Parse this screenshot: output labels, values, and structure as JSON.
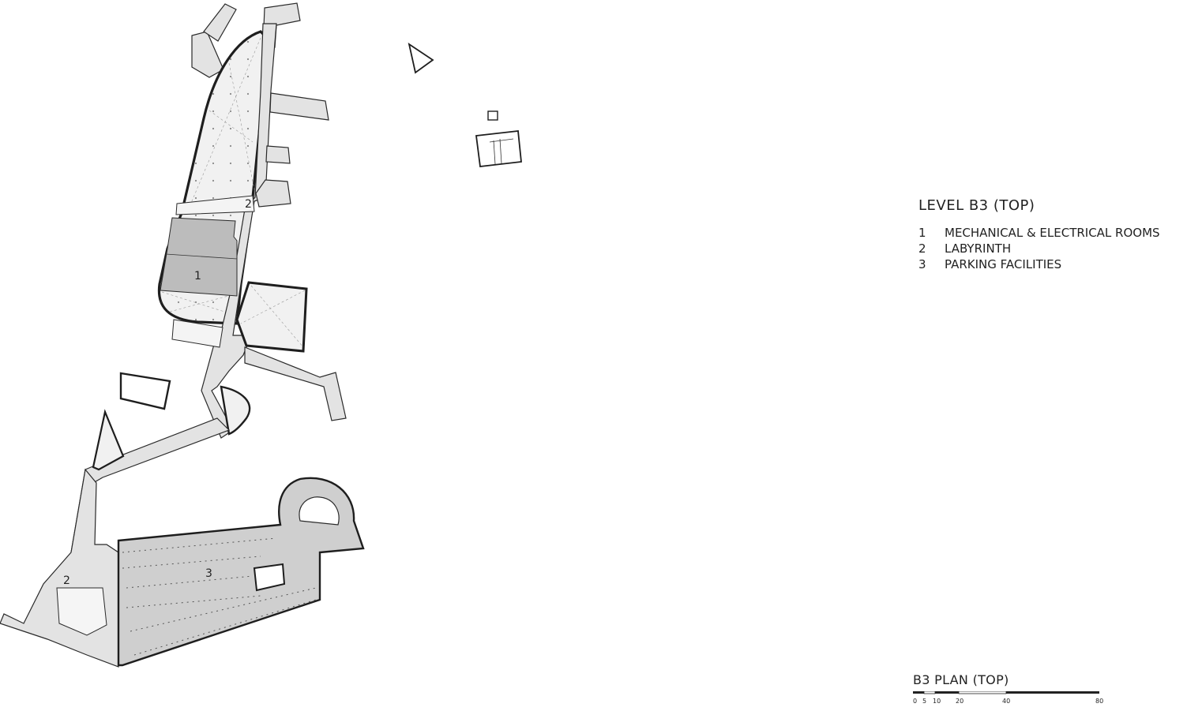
{
  "legend": {
    "title": "LEVEL B3 (TOP)",
    "items": [
      {
        "num": "1",
        "label": "MECHANICAL & ELECTRICAL ROOMS"
      },
      {
        "num": "2",
        "label": "LABYRINTH"
      },
      {
        "num": "3",
        "label": "PARKING FACILITIES"
      }
    ]
  },
  "plan_title": "B3 PLAN (TOP)",
  "scale": {
    "ticks": [
      "0",
      "5",
      "10",
      "20",
      "40",
      "80"
    ]
  },
  "area_labels": {
    "mech": "1",
    "labyrinth_top": "2",
    "labyrinth_bottom": "2",
    "parking": "3"
  },
  "colors": {
    "corridor_fill": "#e3e3e3",
    "mech_fill": "#bcbcbc",
    "parking_fill": "#cfcfcf",
    "outline": "#2a2a2a"
  }
}
